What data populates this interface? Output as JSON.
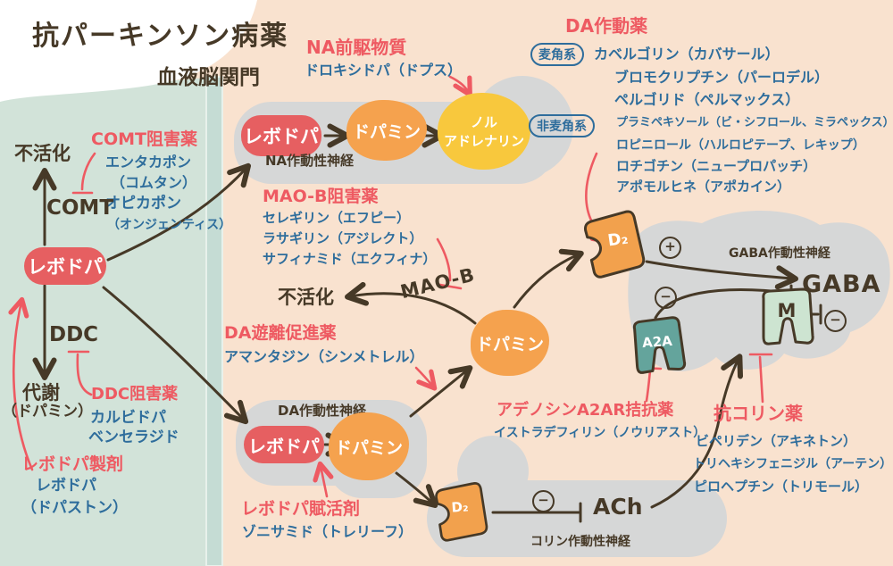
{
  "title": "抗パーキンソン病薬",
  "bbb": "血液脳関門",
  "colors": {
    "red_accent": "#ee5a62",
    "blue_text": "#2e6d9c",
    "ink": "#463927",
    "levodopa_red": "#e65f61",
    "dopamine_orange": "#f5a24e",
    "noradrenaline_yellow": "#f8c83d",
    "receptor_d2_orange": "#f2a14d",
    "receptor_a2a_teal": "#64a49c",
    "receptor_m_mint": "#cde4d1",
    "neuron_gray": "#d6d7d7",
    "outside_bbb_green": "#d2e3d9",
    "inside_bbb_peach": "#f9e2cf"
  },
  "left": {
    "inactivation": "不活化",
    "comt": "COMT",
    "comt_inhibitor": {
      "title": "COMT阻害薬",
      "lines": [
        "エンタカポン",
        "（コムタン）",
        "オピカポン",
        "（オンジェンティス）"
      ]
    },
    "levodopa": "レボドパ",
    "ddc": "DDC",
    "metabolism": "代謝",
    "metabolism_sub": "（ドパミン）",
    "ddc_inhibitor": {
      "title": "DDC阻害薬",
      "lines": [
        "カルビドパ",
        "ベンセラジド"
      ]
    },
    "levodopa_product": {
      "title": "レボドパ製剤",
      "lines": [
        "レボドパ",
        "（ドパストン）"
      ]
    }
  },
  "na_precursor": {
    "title": "NA前駆物質",
    "line": "ドロキシドパ（ドプス）"
  },
  "na_neuron": {
    "label": "NA作動性神経",
    "levodopa": "レボドパ",
    "dopamine": "ドパミン",
    "na1": "ノル",
    "na2": "アドレナリン"
  },
  "maob_inhibitor": {
    "title": "MAO-B阻害薬",
    "lines": [
      "セレギリン（エフピー）",
      "ラサギリン（アジレクト）",
      "サフィナミド（エクフィナ）"
    ]
  },
  "maob": {
    "inactivation": "不活化",
    "enzyme": "MAO-B"
  },
  "da_release": {
    "title": "DA遊離促進薬",
    "line": "アマンタジン（シンメトレル）"
  },
  "da_neuron": {
    "label": "DA作動性神経",
    "levodopa": "レボドパ",
    "dopamine": "ドパミン"
  },
  "mid_dopamine": "ドパミン",
  "levodopa_activator": {
    "title": "レボドパ賦活剤",
    "line": "ゾニサミド（トレリーフ）"
  },
  "da_agonist": {
    "title": "DA作動薬",
    "ergot_badge": "麦角系",
    "ergot": [
      "カベルゴリン（カバサール）",
      "ブロモクリプチン（パーロデル）",
      "ペルゴリド（ペルマックス）"
    ],
    "nonergot_badge": "非麦角系",
    "nonergot": [
      "プラミペキソール（ビ・シフロール、ミラペックス）",
      "ロピニロール（ハルロピテープ、レキップ）",
      "ロチゴチン（ニュープロパッチ）",
      "アポモルヒネ（アポカイン）"
    ]
  },
  "striatum": {
    "d2": "D₂",
    "plus": "+",
    "minus": "−",
    "gaba_label": "GABA作動性神経",
    "gaba": "GABA",
    "a2a": "A2A",
    "m": "M"
  },
  "a2a_antagonist": {
    "title": "アデノシンA2AR拮抗薬",
    "line": "イストラデフィリン（ノウリアスト）"
  },
  "anticholinergic": {
    "title": "抗コリン薬",
    "lines": [
      "ビペリデン（アキネトン）",
      "トリヘキシフェニジル（アーテン）",
      "ピロヘプチン（トリモール）"
    ]
  },
  "chol_neuron": {
    "d2": "D₂",
    "minus": "−",
    "ach": "ACh",
    "label": "コリン作動性神経"
  }
}
